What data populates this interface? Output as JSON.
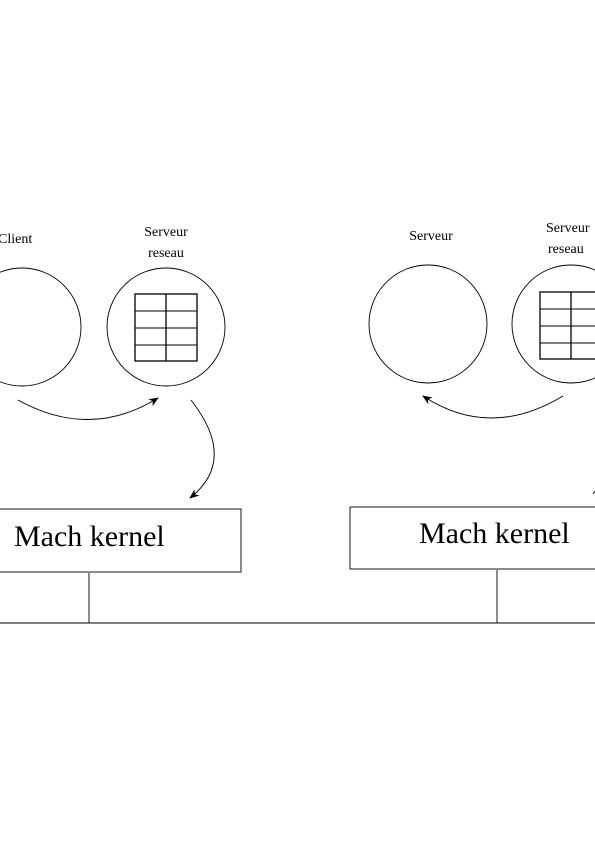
{
  "left_node": {
    "client_label": "Client",
    "network_server_label_line1": "Serveur",
    "network_server_label_line2": "reseau",
    "kernel_label": "Mach kernel"
  },
  "right_node": {
    "server_label": "Serveur",
    "network_server_label_line1": "Serveur",
    "network_server_label_line2": "reseau",
    "kernel_label": "Mach kernel"
  },
  "colors": {
    "stroke": "#000000",
    "background": "#ffffff"
  }
}
